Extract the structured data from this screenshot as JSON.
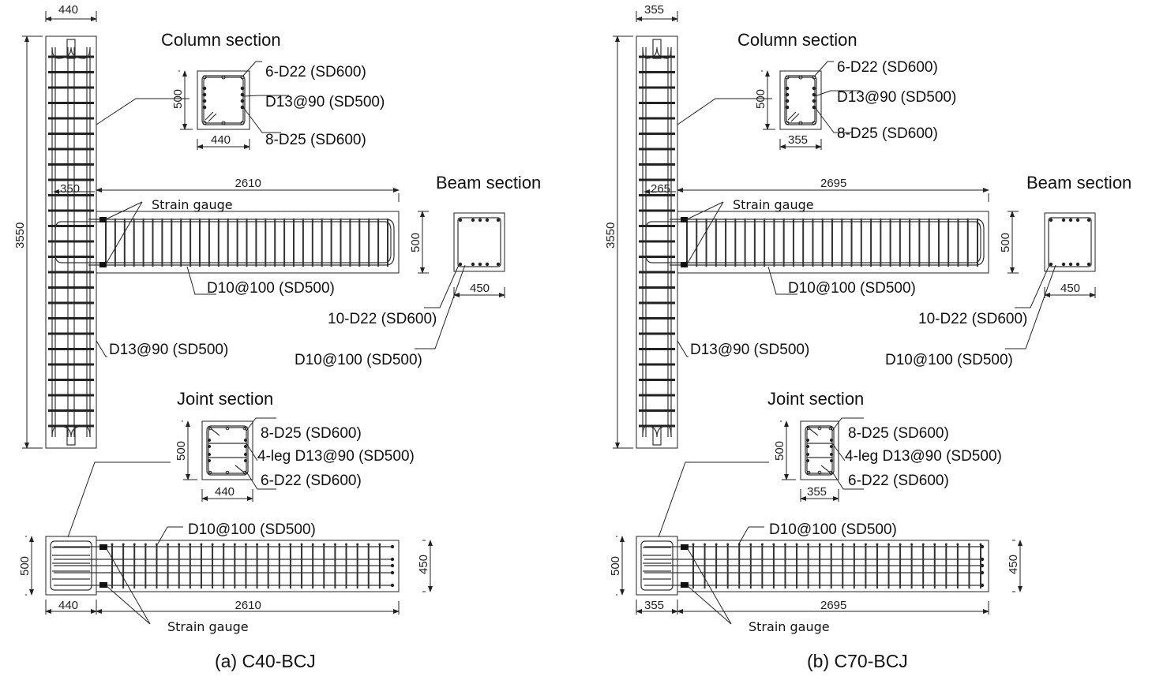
{
  "figure": {
    "panels": [
      {
        "caption": "(a)  C40-BCJ",
        "column": {
          "width_label": "440",
          "height_label": "3550",
          "tie_label": "D13@90 (SD500)",
          "anchor_label": "350"
        },
        "column_section": {
          "title": "Column section",
          "height_label": "500",
          "width_label": "440",
          "callouts": [
            "6-D22 (SD600)",
            "D13@90 (SD500)",
            "8-D25 (SD600)"
          ]
        },
        "beam": {
          "length_label": "2610",
          "depth_label": "500",
          "stirrup_label": "D10@100 (SD500)",
          "strain_gauge_label": "Strain gauge"
        },
        "beam_section": {
          "title": "Beam section",
          "width_label": "450",
          "callouts": [
            "10-D22 (SD600)",
            "D10@100 (SD500)"
          ]
        },
        "joint_section": {
          "title": "Joint section",
          "height_label": "500",
          "width_label": "440",
          "callouts": [
            "8-D25 (SD600)",
            "4-leg D13@90 (SD500)",
            "6-D22 (SD600)"
          ]
        },
        "plan": {
          "stirrup_label": "D10@100 (SD500)",
          "left_height_label": "500",
          "right_height_label": "450",
          "column_width_label": "440",
          "beam_length_label": "2610",
          "strain_gauge_label": "Strain gauge"
        }
      },
      {
        "caption": "(b)  C70-BCJ",
        "column": {
          "width_label": "355",
          "height_label": "3550",
          "tie_label": "D13@90 (SD500)",
          "anchor_label": "265"
        },
        "column_section": {
          "title": "Column section",
          "height_label": "500",
          "width_label": "355",
          "callouts": [
            "6-D22 (SD600)",
            "D13@90 (SD500)",
            "8-D25 (SD600)"
          ]
        },
        "beam": {
          "length_label": "2695",
          "depth_label": "500",
          "stirrup_label": "D10@100 (SD500)",
          "strain_gauge_label": "Strain gauge"
        },
        "beam_section": {
          "title": "Beam section",
          "width_label": "450",
          "callouts": [
            "10-D22 (SD600)",
            "D10@100 (SD500)"
          ]
        },
        "joint_section": {
          "title": "Joint section",
          "height_label": "500",
          "width_label": "355",
          "callouts": [
            "8-D25 (SD600)",
            "4-leg D13@90 (SD500)",
            "6-D22 (SD600)"
          ]
        },
        "plan": {
          "stirrup_label": "D10@100 (SD500)",
          "left_height_label": "500",
          "right_height_label": "450",
          "column_width_label": "355",
          "beam_length_label": "2695",
          "strain_gauge_label": "Strain gauge"
        }
      }
    ]
  }
}
